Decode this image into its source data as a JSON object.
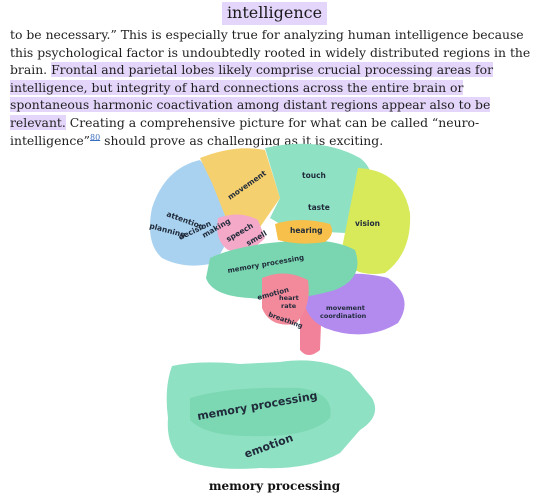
{
  "header": {
    "title": "intelligence"
  },
  "paragraph": {
    "part1": "to be necessary.” This is especially true for analyzing human intelligence because this psychological factor is undoubtedly rooted in widely distributed regions in the brain. ",
    "highlight": "Frontal and parietal lobes likely comprise crucial processing areas for intelligence, but integrity of hard connections across the entire brain or spontaneous harmonic coactivation among distant regions appear also to be relevant.",
    "part2": " Creating a comprehensive picture for what can be called “neuro-intelligence”",
    "footnote": "80",
    "part3": " should prove as challenging as it is exciting."
  },
  "brain": {
    "labels": {
      "attention": "attention",
      "planning": "planning",
      "decision": "decision",
      "making": "making",
      "movement": "movement",
      "speech": "speech",
      "smell": "smell",
      "touch": "touch",
      "taste": "taste",
      "hearing": "hearing",
      "vision": "vision",
      "memory_processing": "memory processing",
      "emotion": "emotion",
      "heart": "heart",
      "rate": "rate",
      "breathing": "breathing",
      "movement_coord_1": "movement",
      "movement_coord_2": "coordination"
    },
    "region_colors": {
      "frontal": "#a9d2f0",
      "motor": "#f5d06e",
      "speech": "#f4a9c8",
      "parietal": "#8fe1c3",
      "temporal": "#79d6b0",
      "hearing": "#f6c04a",
      "occipital": "#d8ea5a",
      "limbic": "#f28a9b",
      "cerebellum": "#b38bef",
      "stem": "#f2819a"
    }
  },
  "zoom": {
    "label_memory": "memory processing",
    "label_emotion": "emotion"
  },
  "caption": {
    "text": "memory processing"
  }
}
